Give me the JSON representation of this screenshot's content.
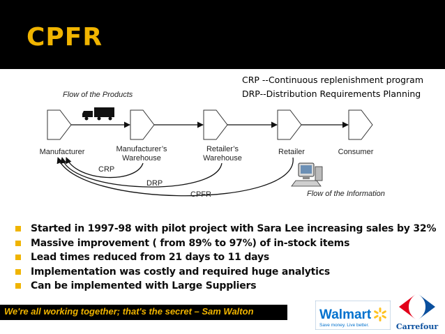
{
  "slide": {
    "title": "CPFR",
    "abbreviations": [
      "CRP --Continuous replenishment program",
      "DRP--Distribution Requirements Planning"
    ]
  },
  "diagram": {
    "flow_products_label": "Flow of the Products",
    "flow_information_label": "Flow of the Information",
    "nodes": [
      {
        "line1": "Manufacturer",
        "line2": ""
      },
      {
        "line1": "Manufacturer’s",
        "line2": "Warehouse"
      },
      {
        "line1": "Retailer’s",
        "line2": "Warehouse"
      },
      {
        "line1": "Retailer",
        "line2": ""
      },
      {
        "line1": "Consumer",
        "line2": ""
      }
    ],
    "loops": [
      "CRP",
      "DRP",
      "CPFR"
    ]
  },
  "bullets": [
    "Started in 1997-98 with pilot project with Sara Lee increasing sales by 32%",
    "Massive improvement ( from 89% to 97%) of in-stock items",
    "Lead times reduced from 21 days to 11 days",
    "Implementation was costly and required huge analytics",
    "Can be implemented with Large Suppliers"
  ],
  "quote": "We're all working together; that's the secret – Sam Walton",
  "logos": {
    "walmart": {
      "name": "Walmart",
      "tagline": "Save money. Live better.",
      "color": "#0071ce",
      "spark_color": "#ffc220"
    },
    "carrefour": {
      "name": "Carrefour",
      "red": "#e2001a",
      "blue": "#0a4f9e"
    }
  },
  "colors": {
    "accent": "#f0b400",
    "background": "#000000"
  }
}
